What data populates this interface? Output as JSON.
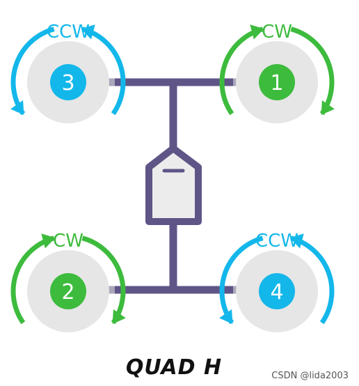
{
  "title": "QUAD H",
  "watermark": "CSDN @lida2003",
  "colors": {
    "cw": "#3dbb3d",
    "ccw": "#13b7ea",
    "frame": "#5f5587",
    "arm_stub": "#aaa6ba",
    "prop_disc": "#e6e6e6",
    "body_fill": "#ececec"
  },
  "motors": [
    {
      "number": "3",
      "direction": "CCW"
    },
    {
      "number": "1",
      "direction": "CW"
    },
    {
      "number": "2",
      "direction": "CW"
    },
    {
      "number": "4",
      "direction": "CCW"
    }
  ]
}
